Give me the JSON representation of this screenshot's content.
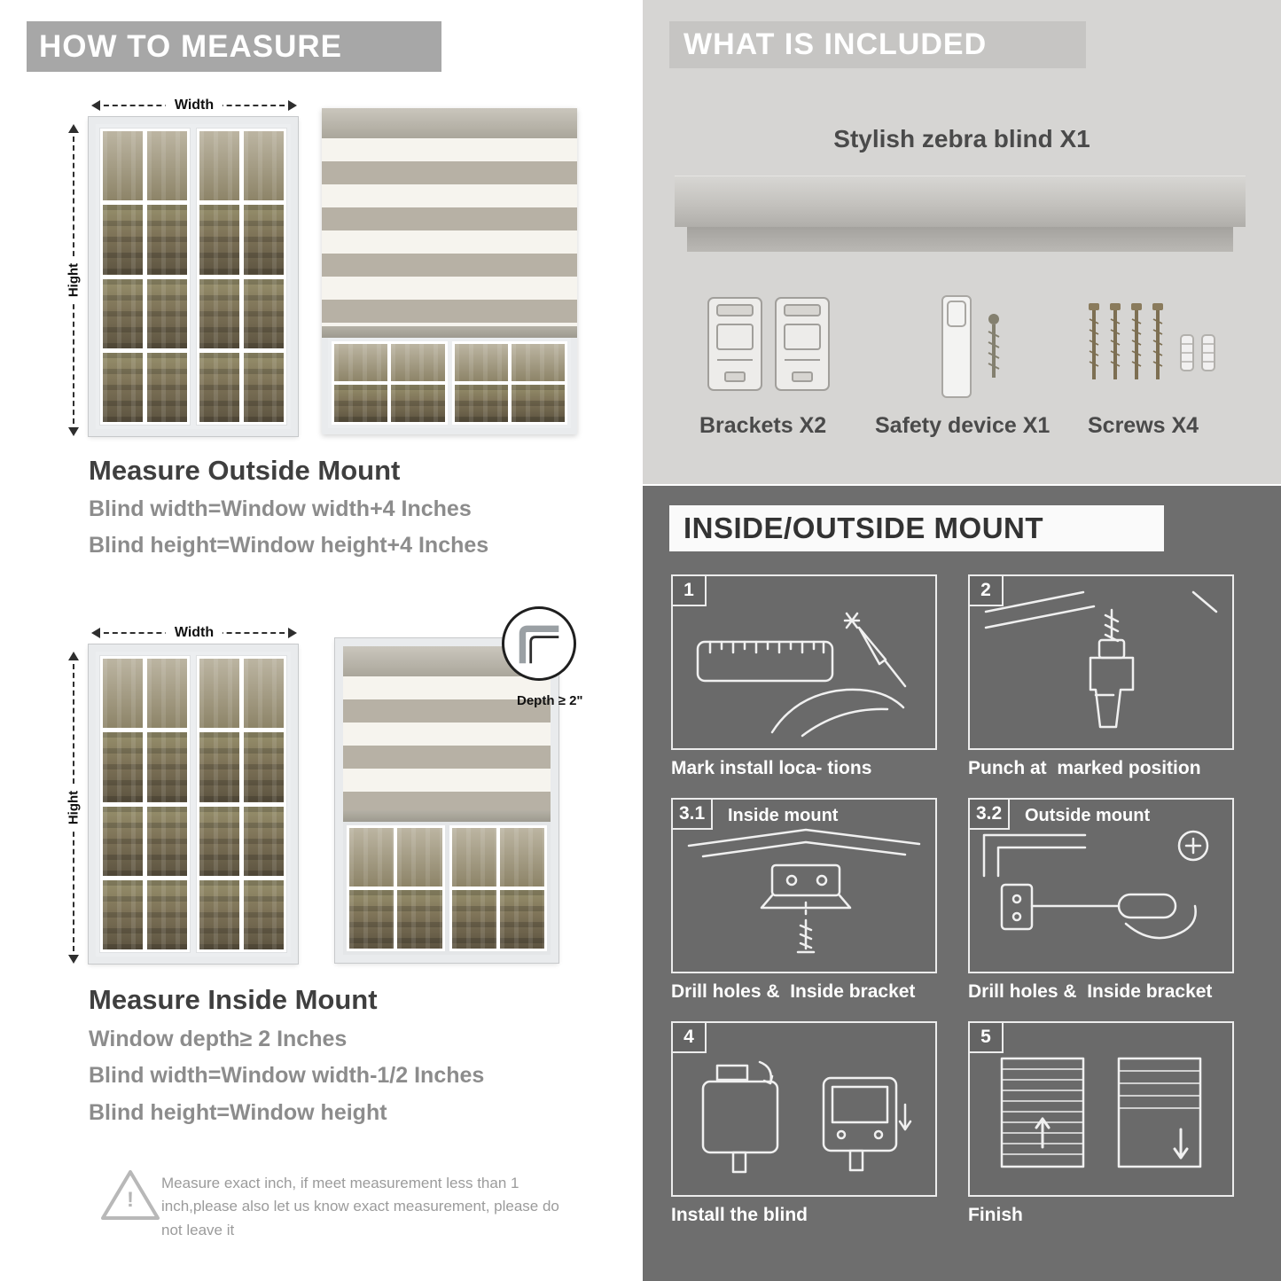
{
  "colors": {
    "measure_banner": "#a7a7a7",
    "title_dark": "#3f3f3f",
    "formula_gray": "#8c8c8c",
    "included_bg": "#d6d5d3",
    "included_banner": "#c6c5c3",
    "mount_bg": "#6e6e6e",
    "mount_banner": "#fafafa"
  },
  "measure": {
    "header": "HOW TO MEASURE",
    "width_label": "Width",
    "height_label": "Hight",
    "outside": {
      "title": "Measure Outside Mount",
      "lines": [
        "Blind width=Window width+4 Inches",
        "Blind height=Window height+4 Inches"
      ]
    },
    "inside": {
      "depth_callout": "Depth ≥ 2\"",
      "title": "Measure Inside Mount",
      "lines": [
        "Window depth≥ 2 Inches",
        "Blind width=Window width-1/2 Inches",
        "Blind height=Window height"
      ]
    },
    "warning_mark": "!",
    "warning_text": "Measure exact inch, if meet measurement less than 1 inch,please also let us know exact measurement, please do not leave it"
  },
  "included": {
    "header": "WHAT IS INCLUDED",
    "product_label": "Stylish zebra blind X1",
    "items": [
      {
        "icon": "brackets-icon",
        "label": "Brackets X2"
      },
      {
        "icon": "safety-device-icon",
        "label": "Safety device X1"
      },
      {
        "icon": "screws-icon",
        "label": "Screws X4"
      }
    ]
  },
  "mount": {
    "header": "INSIDE/OUTSIDE MOUNT",
    "steps": [
      {
        "num": "1",
        "title": "",
        "caption": "Mark install loca- tions"
      },
      {
        "num": "2",
        "title": "",
        "caption": "Punch at  marked position"
      },
      {
        "num": "3.1",
        "title": "Inside mount",
        "caption": "Drill holes &  Inside bracket"
      },
      {
        "num": "3.2",
        "title": "Outside mount",
        "caption": "Drill holes &  Inside bracket"
      },
      {
        "num": "4",
        "title": "",
        "caption": "Install the blind"
      },
      {
        "num": "5",
        "title": "",
        "caption": "Finish"
      }
    ]
  }
}
